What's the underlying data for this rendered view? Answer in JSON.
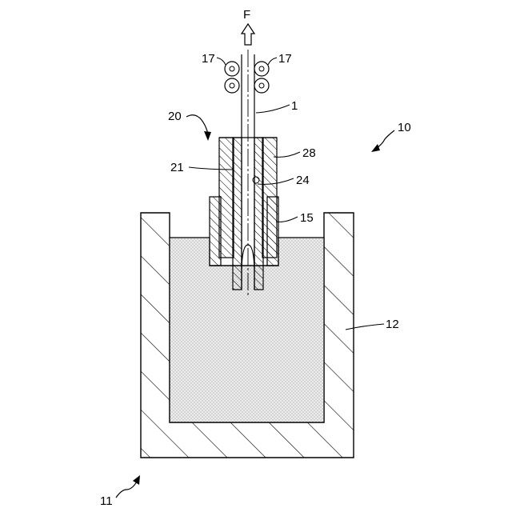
{
  "arrow_label": "F",
  "labels": {
    "roller_left": "17",
    "roller_right": "17",
    "wire": "1",
    "assembly": "20",
    "apparatus": "10",
    "outer_part": "28",
    "inner_part": "21",
    "bore": "24",
    "sleeve": "15",
    "melt": "12",
    "crucible": "11"
  },
  "colors": {
    "line": "#000000",
    "melt_fill": "#e6e6e6"
  }
}
